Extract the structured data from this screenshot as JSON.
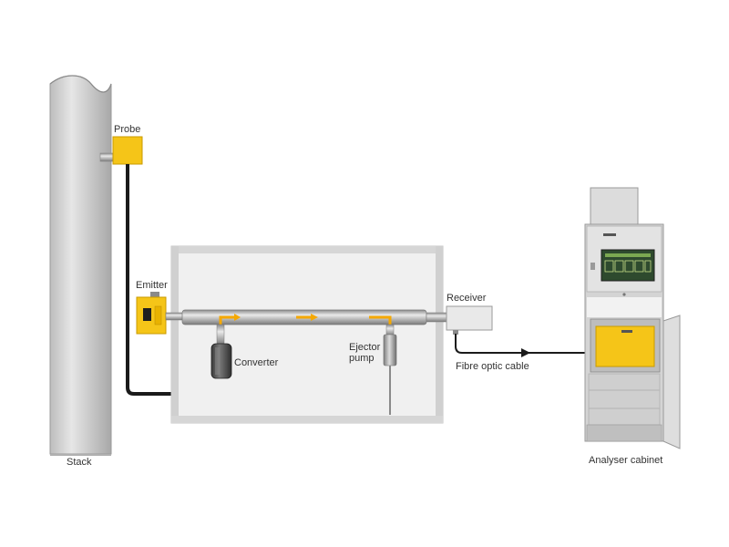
{
  "labels": {
    "probe": "Probe",
    "emitter": "Emitter",
    "receiver": "Receiver",
    "converter": "Converter",
    "ejector_pump": "Ejector\npump",
    "fibre_optic_cable": "Fibre optic cable",
    "stack": "Stack",
    "analyser_cabinet": "Analyser cabinet"
  },
  "colors": {
    "yellow": "#f5c518",
    "pipe_grey": "#a9a9a9",
    "frame_grey": "#c9c9c9",
    "panel_grey": "#f0f0f0",
    "cable": "#1a1a1a",
    "flow_arrow": "#f5a800",
    "display_green": "#2e4a2e"
  }
}
